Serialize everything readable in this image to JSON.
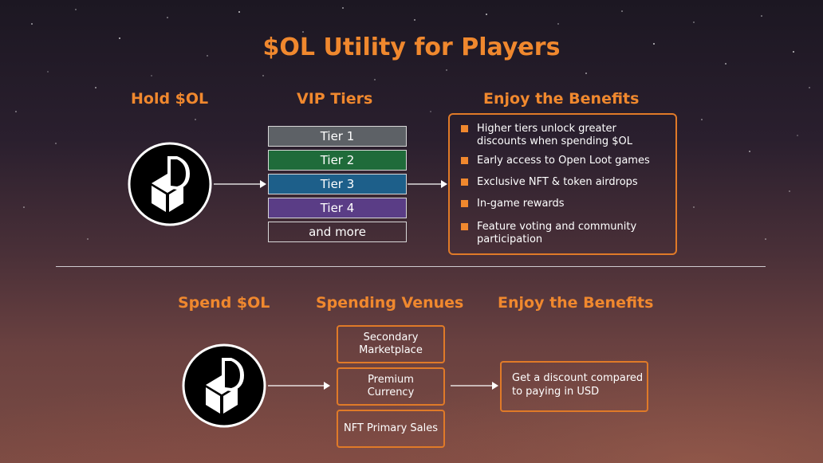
{
  "title": "$OL Utility for Players",
  "top_section": {
    "col1_heading": "Hold $OL",
    "col2_heading": "VIP Tiers",
    "col3_heading": "Enjoy the Benefits",
    "tiers": [
      {
        "label": "Tier 1",
        "color": "#5d6166"
      },
      {
        "label": "Tier 2",
        "color": "#1f6b3a"
      },
      {
        "label": "Tier 3",
        "color": "#1d5f8a"
      },
      {
        "label": "Tier 4",
        "color": "#5a3d86"
      },
      {
        "label": "and more",
        "color": "transparent"
      }
    ],
    "benefits": [
      "Higher tiers unlock greater discounts when spending $OL",
      "Early access to Open Loot games",
      "Exclusive NFT & token airdrops",
      "In-game rewards",
      "Feature voting and community participation"
    ]
  },
  "bottom_section": {
    "col1_heading": "Spend $OL",
    "col2_heading": "Spending Venues",
    "col3_heading": "Enjoy the Benefits",
    "venues": [
      "Secondary Marketplace",
      "Premium Currency",
      "NFT Primary Sales"
    ],
    "benefit": "Get a discount compared to paying in USD"
  },
  "colors": {
    "accent": "#f0882e",
    "text": "#ffffff"
  },
  "icons": {
    "token": "open-loot-chest-icon",
    "arrow": "arrow-right-icon",
    "bullet": "orange-square-bullet"
  }
}
